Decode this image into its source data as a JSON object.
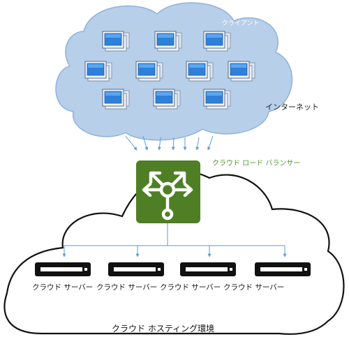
{
  "labels": {
    "clients": "クライアント",
    "internet": "インターネット",
    "load_balancer": "クラウド ロード バランサー",
    "hosting": "クラウド ホスティング環境"
  },
  "servers": [
    {
      "label": "クラウド サーバー"
    },
    {
      "label": "クラウド サーバー"
    },
    {
      "label": "クラウド サーバー"
    },
    {
      "label": "クラウド サーバー"
    }
  ],
  "colors": {
    "cloud_fill": "#b7cfe9",
    "cloud_stroke": "#8fb2dd",
    "load_balancer": "#4f7f24",
    "arrows": "#5b9bd5",
    "server": "#111111",
    "hosting_outline": "#111111"
  },
  "icons": {
    "client": "computer-monitor-icon",
    "load_balancer": "load-balancer-icon",
    "server": "server-rack-icon"
  }
}
